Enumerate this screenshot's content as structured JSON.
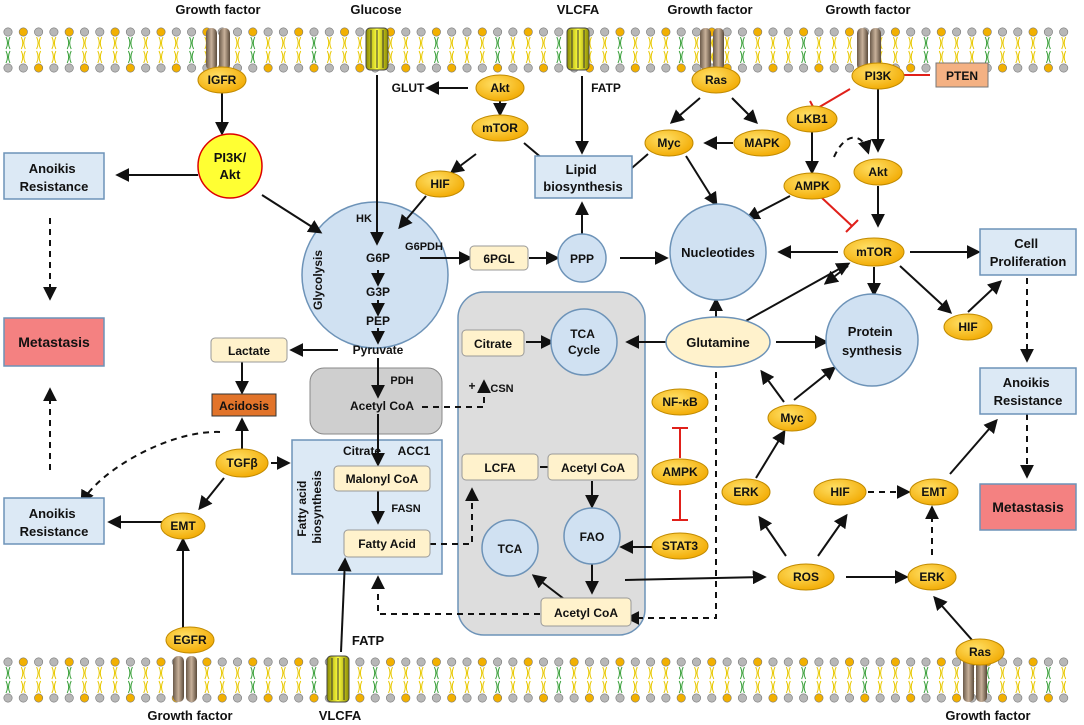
{
  "top_labels": {
    "growth_factor_1": "Growth factor",
    "glucose": "Glucose",
    "vlcfa": "VLCFA",
    "growth_factor_2": "Growth factor",
    "growth_factor_3": "Growth factor"
  },
  "bottom_labels": {
    "growth_factor_left": "Growth factor",
    "vlcfa": "VLCFA",
    "fatp": "FATP",
    "growth_factor_right": "Growth factor"
  },
  "transport": {
    "glut": "GLUT",
    "fatp_top": "FATP"
  },
  "receptors": {
    "igfr": "IGFR",
    "egfr": "EGFR",
    "ras_top": "Ras",
    "pi3k": "PI3K",
    "ras_bottom": "Ras"
  },
  "signals": {
    "akt_top": "Akt",
    "mtor_top": "mTOR",
    "hif_top": "HIF",
    "myc_top": "Myc",
    "mapk": "MAPK",
    "lkb1": "LKB1",
    "akt_right": "Akt",
    "ampk_right": "AMPK",
    "mtor_right": "mTOR",
    "hif_right": "HIF",
    "pi3k_akt": "PI3K/ Akt",
    "tgfb": "TGFβ",
    "emt_left": "EMT",
    "nfkb": "NF-κB",
    "ampk_mid": "AMPK",
    "stat3": "STAT3",
    "myc_mid": "Myc",
    "erk_mid": "ERK",
    "hif_mid": "HIF",
    "emt_right": "EMT",
    "ros": "ROS",
    "erk_low": "ERK"
  },
  "pten": "PTEN",
  "outcomes": {
    "anoikis_top_left": "Anoikis Resistance",
    "metastasis_left": "Metastasis",
    "anoikis_bottom_left": "Anoikis Resistance",
    "cell_proliferation": "Cell Proliferation",
    "anoikis_right": "Anoikis Resistance",
    "metastasis_right": "Metastasis"
  },
  "lipid_biosynthesis": "Lipid biosynthesis",
  "glycolysis": {
    "title": "Glycolysis",
    "hk": "HK",
    "g6p": "G6P",
    "g3p": "G3P",
    "pep": "PEP",
    "pyruvate": "Pyruvate",
    "g6pdh": "G6PDH"
  },
  "metabolites": {
    "six_pgl": "6PGL",
    "ppp": "PPP",
    "nucleotides": "Nucleotides",
    "protein_synthesis": "Protein synthesis",
    "lactate": "Lactate",
    "acidosis": "Acidosis",
    "pdh": "PDH",
    "acetyl_coa_pdh": "Acetyl CoA",
    "citrate_mito": "Citrate",
    "tca_cycle": "TCA Cycle",
    "glutamine": "Glutamine",
    "csn": "CSN",
    "lcfa": "LCFA",
    "acetyl_coa_mid": "Acetyl CoA",
    "fao": "FAO",
    "tca": "TCA",
    "acetyl_coa_bottom": "Acetyl CoA"
  },
  "fatty_acid_box": {
    "title": "Fatty acid biosynthesis",
    "citrate": "Citrate",
    "acc1": "ACC1",
    "malonyl_coa": "Malonyl CoA",
    "fasn": "FASN",
    "fatty_acid": "Fatty Acid"
  },
  "plus_sign": "+",
  "colors": {
    "oval_fill": "#f5b800",
    "oval_stroke": "#c08a00",
    "box_fill": "#dce9f5",
    "box_stroke": "#6d93b8",
    "circle_fill": "#d0e1f2",
    "metab_fill": "#fff2cc",
    "metastasis_fill": "#f48181",
    "acidosis_fill": "#e2742a",
    "pten_fill": "#f4b183",
    "inhibit_red": "#e0201a",
    "gray_region": "#dddddd",
    "membrane_head": "#b7b7b7"
  }
}
